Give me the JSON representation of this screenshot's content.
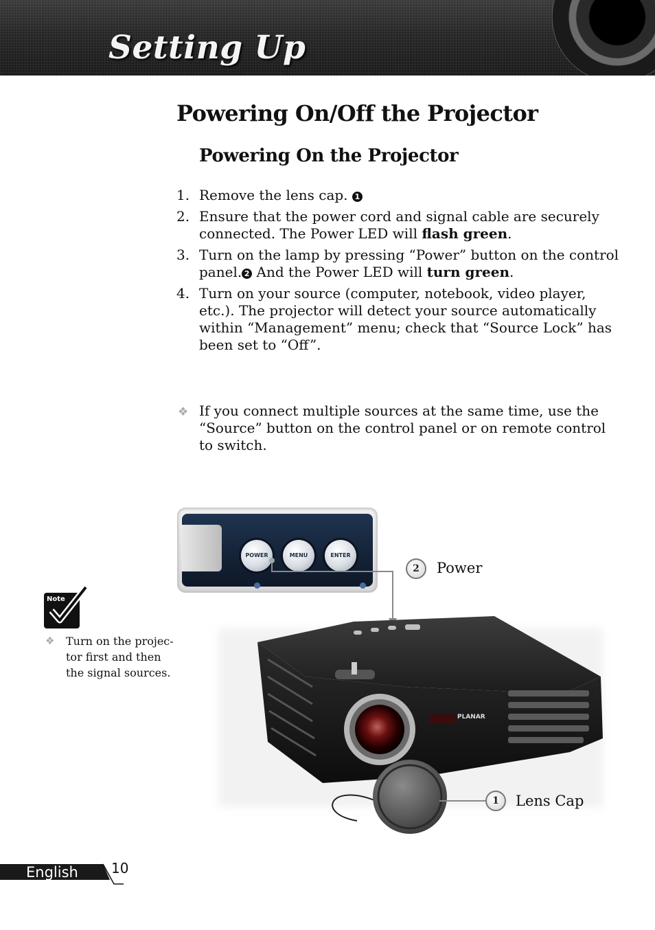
{
  "header": {
    "section_title": "Setting Up"
  },
  "page": {
    "title": "Powering On/Off the Projector",
    "subtitle": "Powering On the Projector"
  },
  "steps": [
    {
      "num": "1.",
      "text_a": "Remove the lens cap. ",
      "marker": "1",
      "text_b": "",
      "bold": "",
      "text_c": ""
    },
    {
      "num": "2.",
      "text_a": "Ensure that the power cord and signal cable are securely connected.  The Power LED will ",
      "marker": "",
      "text_b": "",
      "bold": "flash green",
      "text_c": "."
    },
    {
      "num": "3.",
      "text_a": "Turn on the lamp by pressing “Power” button on the control panel.",
      "marker": "2",
      "text_b": " And the Power LED will ",
      "bold": "turn green",
      "text_c": "."
    },
    {
      "num": "4.",
      "text_a": "Turn on your source (computer, notebook, video player, etc.).  The projector will detect your source automatically within  “Management” menu; check that “Source Lock” has been set to “Off”.",
      "marker": "",
      "text_b": "",
      "bold": "",
      "text_c": ""
    }
  ],
  "tip": "If you connect multiple sources at the same time, use the “Source” button on the control panel or on remote control to switch.",
  "note": {
    "icon_label": "Note",
    "text": "Turn on the projec-tor first and then the signal sources."
  },
  "control_panel": {
    "buttons": [
      "POWER",
      "MENU",
      "ENTER"
    ]
  },
  "projector": {
    "brand": "PLANAR"
  },
  "callouts": [
    {
      "num": "2",
      "label": "Power"
    },
    {
      "num": "1",
      "label": "Lens Cap"
    }
  ],
  "footer": {
    "language": "English",
    "page_number": "10"
  }
}
